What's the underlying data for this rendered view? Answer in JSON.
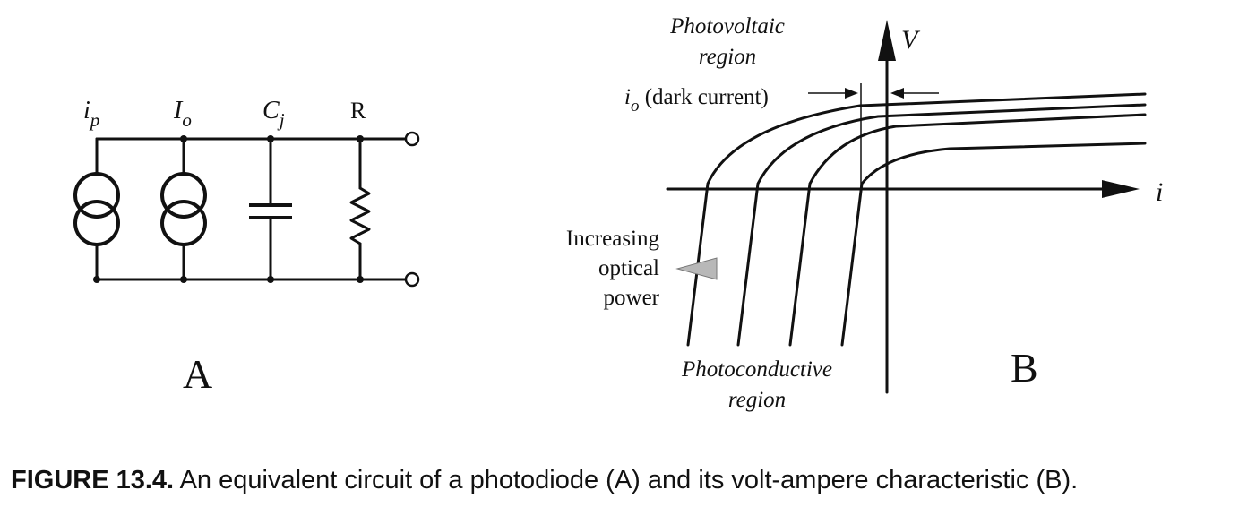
{
  "panel_a": {
    "label": "A",
    "labels": {
      "ip_base": "i",
      "ip_sub": "p",
      "io_base": "I",
      "io_sub": "o",
      "cj_base": "C",
      "cj_sub": "j",
      "r": "R"
    }
  },
  "panel_b": {
    "label": "B",
    "axis_v": "V",
    "axis_i": "i",
    "photovoltaic_line1": "Photovoltaic",
    "photovoltaic_line2": "region",
    "dark_current_base": "i",
    "dark_current_sub": "o",
    "dark_current_text": " (dark current)",
    "increasing_line1": "Increasing",
    "increasing_line2": "optical",
    "increasing_line3": "power",
    "photoconductive_line1": "Photoconductive",
    "photoconductive_line2": "region"
  },
  "caption": {
    "number": "FIGURE 13.4.",
    "text": " An equivalent circuit of a photodiode (A) and its volt-ampere characteristic (B)."
  }
}
